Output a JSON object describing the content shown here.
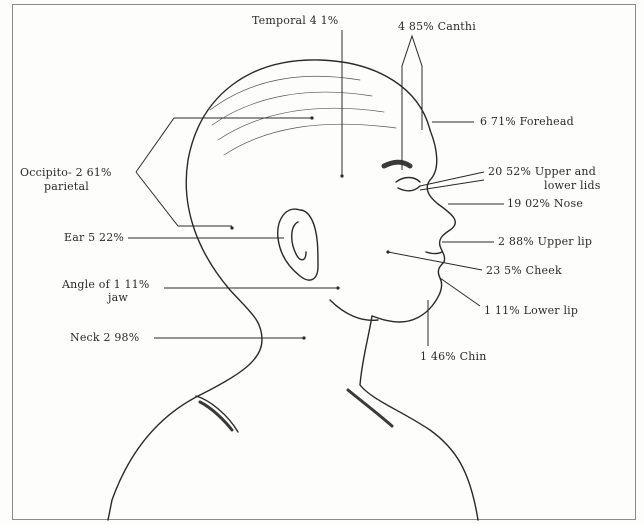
{
  "labels": {
    "temporal": "Temporal 4 1%",
    "canthi": "4 85% Canthi",
    "forehead": "6 71% Forehead",
    "lids_line1": "20 52% Upper and",
    "lids_line2": "lower lids",
    "nose": "19 02% Nose",
    "upper_lip": "2 88% Upper lip",
    "cheek": "23 5% Cheek",
    "lower_lip": "1 11% Lower lip",
    "chin": "1 46% Chin",
    "occipito_line1": "Occipito- 2 61%",
    "occipito_line2": "parietal",
    "ear": "Ear 5 22%",
    "jaw_line1": "Angle of 1 11%",
    "jaw_line2": "jaw",
    "neck": "Neck 2 98%"
  },
  "colors": {
    "ink": "#2a2a2a",
    "paper": "#fdfdfb"
  }
}
